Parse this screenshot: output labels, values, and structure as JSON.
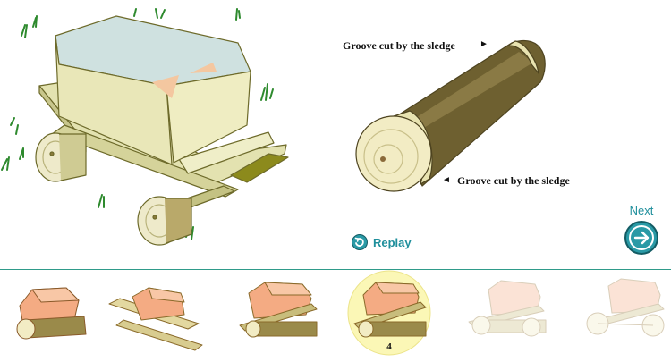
{
  "captions": {
    "groove_top": "Groove cut by the sledge",
    "groove_bottom": "Groove cut by the sledge",
    "arrow_right": "►",
    "arrow_left": "◄"
  },
  "controls": {
    "replay_label": "Replay",
    "next_label": "Next"
  },
  "thumbnails": [
    {
      "step": 1,
      "state": "visited"
    },
    {
      "step": 2,
      "state": "visited"
    },
    {
      "step": 3,
      "state": "visited"
    },
    {
      "step": 4,
      "state": "current",
      "label": "4"
    },
    {
      "step": 5,
      "state": "upcoming"
    },
    {
      "step": 6,
      "state": "upcoming"
    }
  ],
  "colors": {
    "accent": "#1f8f9c",
    "divider": "#2f9b8a",
    "stone_top": "#cfe1e0",
    "stone_side": "#e9e7b8",
    "wood": "#d9d7a0",
    "log_bark": "#6e6030",
    "log_end": "#f2ecc4",
    "highlight": "#fbf7b6"
  }
}
